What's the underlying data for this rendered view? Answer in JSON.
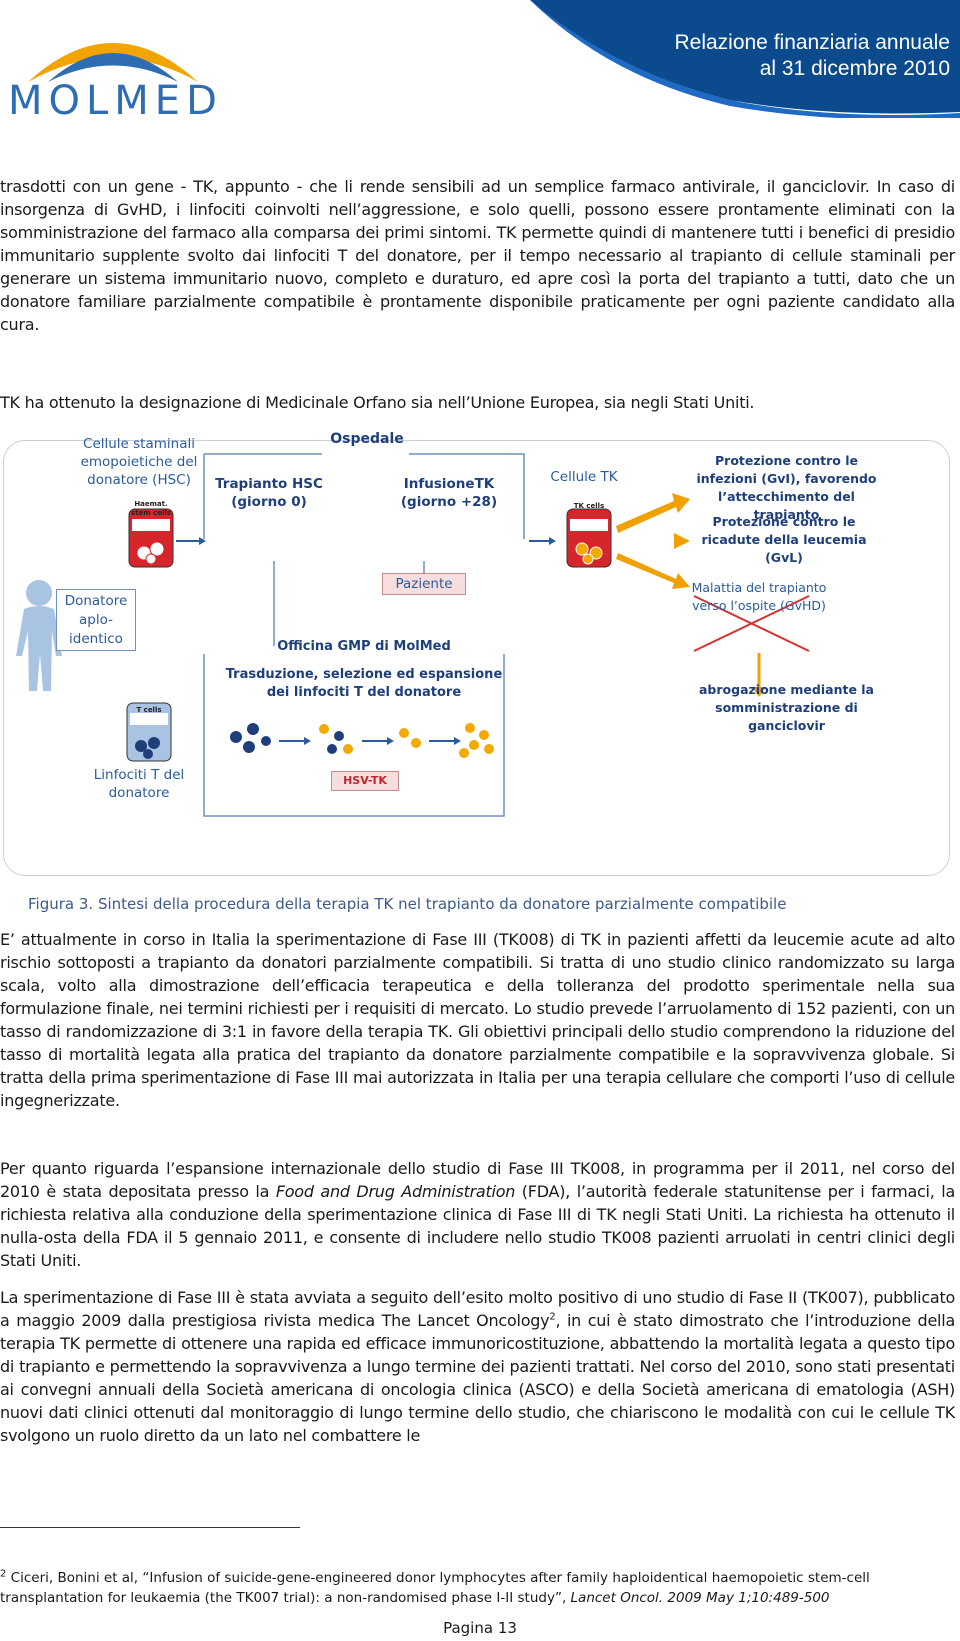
{
  "header": {
    "logo": "MOLMED",
    "title_line1": "Relazione finanziaria annuale",
    "title_line2": "al 31 dicembre 2010"
  },
  "paragraphs": {
    "p1": "trasdotti con un gene - TK, appunto - che li rende sensibili ad un semplice farmaco antivirale, il ganciclovir. In caso di insorgenza di GvHD, i linfociti coinvolti nell’aggressione, e solo quelli, possono essere prontamente eliminati con la somministrazione del farmaco alla comparsa dei primi sintomi. TK permette quindi di mantenere tutti i benefici di presidio immunitario supplente svolto dai linfociti T del donatore, per il tempo necessario al trapianto di cellule staminali per generare un sistema immunitario nuovo, completo e duraturo, ed apre così la porta del trapianto a tutti, dato che un donatore familiare parzialmente compatibile è prontamente disponibile praticamente per ogni paziente candidato alla cura.",
    "p2": "TK ha ottenuto la designazione di Medicinale Orfano sia nell’Unione Europea, sia negli Stati Uniti.",
    "p3": "E’ attualmente in corso in Italia la sperimentazione di Fase III (TK008) di TK in pazienti affetti da leucemie acute ad alto rischio sottoposti a trapianto da donatori parzialmente compatibili. Si tratta di uno studio clinico randomizzato su larga scala, volto alla dimostrazione dell’efficacia terapeutica e della tolleranza del prodotto sperimentale nella sua formulazione finale, nei termini richiesti per i requisiti di mercato. Lo studio prevede l’arruolamento di 152 pazienti, con un tasso di randomizzazione di 3:1 in favore della terapia TK. Gli obiettivi principali dello studio comprendono la riduzione del tasso di mortalità legata alla pratica del trapianto da donatore parzialmente compatibile e la sopravvivenza globale. Si tratta della prima sperimentazione di Fase III mai autorizzata in Italia per una terapia cellulare che comporti l’uso di cellule ingegnerizzate.",
    "p4_a": "Per quanto riguarda l’espansione internazionale dello studio di Fase III TK008, in programma per il 2011, nel corso del 2010 è stata depositata presso la ",
    "p4_italic": "Food and Drug Administration",
    "p4_b": " (FDA), l’autorità federale statunitense per i farmaci, la richiesta relativa alla conduzione della sperimentazione clinica di Fase III di TK negli Stati Uniti. La richiesta ha ottenuto il nulla-osta della FDA il 5 gennaio 2011, e consente di includere nello studio TK008 pazienti arruolati in centri clinici degli Stati Uniti.",
    "p5_a": "La sperimentazione di Fase III è stata avviata a seguito dell’esito molto positivo di uno studio di Fase II (TK007), pubblicato a maggio 2009 dalla prestigiosa rivista medica The Lancet Oncology",
    "p5_sup": "2",
    "p5_b": ", in cui è stato dimostrato che l’introduzione della terapia TK permette di ottenere una rapida ed efficace immunoricostituzione, abbattendo la mortalità legata a questo tipo di trapianto e permettendo la sopravvivenza a lungo termine dei pazienti trattati. Nel corso del 2010, sono stati presentati ai convegni annuali della Società americana di oncologia clinica (ASCO) e della Società americana di ematologia (ASH) nuovi dati clinici ottenuti dal monitoraggio di lungo termine dello studio, che chiariscono le modalità con cui le cellule TK svolgono un ruolo diretto da un lato nel combattere le"
  },
  "figure": {
    "stem_cells_label": "Cellule staminali emopoietiche del donatore (HSC)",
    "haemat_tube_label": "Haemat. stem cells",
    "ospedale": "Ospedale",
    "trapianto": "Trapianto HSC (giorno 0)",
    "infusione": "InfusioneTK (giorno +28)",
    "cellule_tk": "Cellule TK",
    "tk_tube_label": "TK cells",
    "protezione_infezioni": "Protezione contro le infezioni (GvI), favorendo l’attecchimento del trapianto",
    "protezione_ricadute": "Protezione contro le ricadute della leucemia (GvL)",
    "paziente": "Paziente",
    "donatore": "Donatore aplo-identico",
    "malattia": "Malattia del trapianto verso l’ospite (GvHD)",
    "officina": "Officina GMP di MolMed",
    "trasduzione": "Trasduzione, selezione ed espansione dei linfociti T del donatore",
    "abrogazione": "abrogazione mediante la somministrazione di ganciclovir",
    "t_tube_label": "T cells",
    "linfociti": "Linfociti T del donatore",
    "hsv_tk": "HSV-TK",
    "caption": "Figura 3. Sintesi della procedura della terapia TK nel trapianto da donatore parzialmente compatibile"
  },
  "footnote": {
    "number": "2",
    "text_a": "Ciceri, Bonini et al, “Infusion of suicide-gene-engineered donor lymphocytes after family haploidentical haemopoietic stem-cell transplantation for leukaemia (the TK007 trial): a non-randomised phase I-II study”, ",
    "text_italic": "Lancet Oncol. 2009 May 1;10:489-500"
  },
  "page_number": "Pagina 13",
  "colors": {
    "header_blue": "#0c4a8e",
    "logo_blue": "#2f6db3",
    "logo_gold": "#f2a400",
    "arrow_orange": "#f0a000",
    "tube_red": "#d7262b",
    "cell_navy": "#1f3f7a",
    "cell_yellow": "#f4a900",
    "strike_red": "#d73232"
  }
}
